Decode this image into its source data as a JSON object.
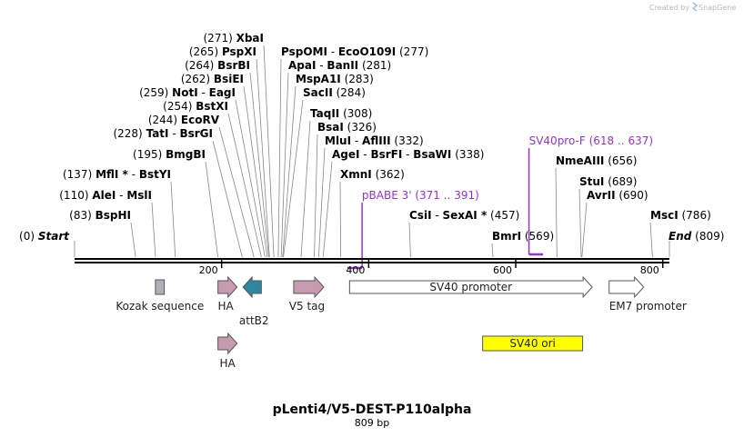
{
  "branding": {
    "created_by": "Created by",
    "product": "SnapGene"
  },
  "title": "pLenti4/V5-DEST-P110alpha",
  "length_label": "809 bp",
  "sequence_length": 809,
  "ruler": {
    "ticks": [
      200,
      400,
      600,
      800
    ]
  },
  "sites": [
    {
      "pos": "(271)",
      "names": [
        "XbaI"
      ],
      "cut": 271
    },
    {
      "pos": "(265)",
      "names": [
        "PspXI"
      ],
      "cut": 265
    },
    {
      "pos": "(264)",
      "names": [
        "BsrBI"
      ],
      "cut": 264
    },
    {
      "pos": "(262)",
      "names": [
        "BsiEI"
      ],
      "cut": 262
    },
    {
      "pos": "(259)",
      "names": [
        "NotI",
        "EagI"
      ],
      "cut": 259
    },
    {
      "pos": "(254)",
      "names": [
        "BstXI"
      ],
      "cut": 254
    },
    {
      "pos": "(244)",
      "names": [
        "EcoRV"
      ],
      "cut": 244
    },
    {
      "pos": "(228)",
      "names": [
        "TatI",
        "BsrGI"
      ],
      "cut": 228
    },
    {
      "pos": "(195)",
      "names": [
        "BmgBI"
      ],
      "cut": 195
    },
    {
      "pos": "(137)",
      "names": [
        "MflI *",
        "BstYI"
      ],
      "cut": 137
    },
    {
      "pos": "(110)",
      "names": [
        "AleI",
        "MslI"
      ],
      "cut": 110
    },
    {
      "pos": "(83)",
      "names": [
        "BspHI"
      ],
      "cut": 83
    },
    {
      "pos": "(0)",
      "names": [
        "Start"
      ],
      "cut": 0,
      "italic": true
    },
    {
      "pos": "(277)",
      "names": [
        "PspOMI",
        "EcoO109I"
      ],
      "cut": 277,
      "side": "right"
    },
    {
      "pos": "(281)",
      "names": [
        "ApaI",
        "BanII"
      ],
      "cut": 281,
      "side": "right"
    },
    {
      "pos": "(283)",
      "names": [
        "MspA1I"
      ],
      "cut": 283,
      "side": "right"
    },
    {
      "pos": "(284)",
      "names": [
        "SacII"
      ],
      "cut": 284,
      "side": "right"
    },
    {
      "pos": "(308)",
      "names": [
        "TaqII"
      ],
      "cut": 308,
      "side": "right"
    },
    {
      "pos": "(326)",
      "names": [
        "BsaI"
      ],
      "cut": 326,
      "side": "right"
    },
    {
      "pos": "(332)",
      "names": [
        "MluI",
        "AflIII"
      ],
      "cut": 332,
      "side": "right"
    },
    {
      "pos": "(338)",
      "names": [
        "AgeI",
        "BsrFI",
        "BsaWI"
      ],
      "cut": 338,
      "side": "right"
    },
    {
      "pos": "(362)",
      "names": [
        "XmnI"
      ],
      "cut": 362,
      "side": "right"
    },
    {
      "pos": "(457)",
      "names": [
        "CsiI",
        "SexAI *"
      ],
      "cut": 457,
      "side": "right"
    },
    {
      "pos": "(569)",
      "names": [
        "BmrI"
      ],
      "cut": 569,
      "side": "right"
    },
    {
      "pos": "(656)",
      "names": [
        "NmeAIII"
      ],
      "cut": 656,
      "side": "right"
    },
    {
      "pos": "(689)",
      "names": [
        "StuI"
      ],
      "cut": 689,
      "side": "right"
    },
    {
      "pos": "(690)",
      "names": [
        "AvrII"
      ],
      "cut": 690,
      "side": "right"
    },
    {
      "pos": "(786)",
      "names": [
        "MscI"
      ],
      "cut": 786,
      "side": "right"
    },
    {
      "pos": "(809)",
      "names": [
        "End"
      ],
      "cut": 809,
      "side": "right",
      "italic": true
    }
  ],
  "primers": [
    {
      "name": "pBABE 3'",
      "range": "(371 .. 391)",
      "start": 371,
      "end": 391,
      "direction": "reverse"
    },
    {
      "name": "SV40pro-F",
      "range": "(618 .. 637)",
      "start": 618,
      "end": 637,
      "direction": "forward"
    }
  ],
  "features": [
    {
      "name": "Kozak sequence",
      "start": 110,
      "end": 122,
      "shape": "box",
      "color": "#b0b0b8"
    },
    {
      "name": "HA",
      "start": 195,
      "end": 221,
      "shape": "arrow-right",
      "color": "#c89ab0"
    },
    {
      "name": "attB2",
      "start": 229,
      "end": 254,
      "shape": "arrow-left",
      "color": "#2e86a0"
    },
    {
      "name": "V5 tag",
      "start": 298,
      "end": 339,
      "shape": "arrow-right",
      "color": "#c89ab0"
    },
    {
      "name": "SV40 promoter",
      "start": 374,
      "end": 704,
      "shape": "arrow-right",
      "color": "#ffffff"
    },
    {
      "name": "EM7 promoter",
      "start": 727,
      "end": 774,
      "shape": "arrow-right",
      "color": "#ffffff"
    },
    {
      "name": "SV40 ori",
      "start": 555,
      "end": 691,
      "shape": "box",
      "color": "#ffff00"
    },
    {
      "name": "HA",
      "start": 195,
      "end": 221,
      "shape": "arrow-right",
      "color": "#c89ab0"
    }
  ],
  "colors": {
    "primer": "#9b30d9",
    "backbone": "#000000",
    "leader": "#888888"
  }
}
